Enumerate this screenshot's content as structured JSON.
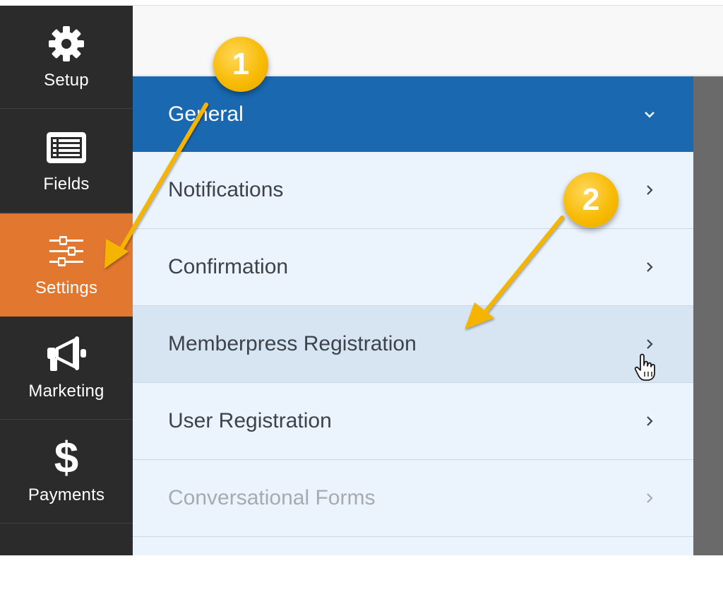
{
  "sidebar": {
    "items": [
      {
        "label": "Setup",
        "icon": "gear-icon"
      },
      {
        "label": "Fields",
        "icon": "list-icon"
      },
      {
        "label": "Settings",
        "icon": "sliders-icon",
        "active": true
      },
      {
        "label": "Marketing",
        "icon": "megaphone-icon"
      },
      {
        "label": "Payments",
        "icon": "dollar-icon"
      }
    ]
  },
  "settings_panel": {
    "items": [
      {
        "label": "General",
        "state": "expanded"
      },
      {
        "label": "Notifications"
      },
      {
        "label": "Confirmation"
      },
      {
        "label": "Memberpress Registration",
        "state": "hovered"
      },
      {
        "label": "User Registration"
      },
      {
        "label": "Conversational Forms",
        "state": "disabled"
      }
    ]
  },
  "annotations": {
    "badge_1": "1",
    "badge_2": "2",
    "color": "#f7b900"
  },
  "colors": {
    "sidebar_bg": "#2b2b2b",
    "sidebar_active": "#e27730",
    "general_header": "#1a68b0",
    "list_bg": "#ebf3fc",
    "hover_row": "#d7e4f1"
  }
}
